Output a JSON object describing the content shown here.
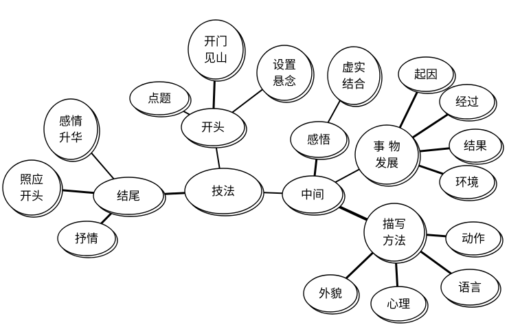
{
  "diagram": {
    "nodes": {
      "center": [
        "技法"
      ],
      "opening": [
        "开头"
      ],
      "direct_start": [
        "开门",
        "见山"
      ],
      "point_theme": [
        "点题"
      ],
      "suspense": [
        "设置",
        "悬念"
      ],
      "middle": [
        "中间"
      ],
      "reflection": [
        "感悟"
      ],
      "virtual_real": [
        "虚实",
        "结合"
      ],
      "event_dev": [
        "事 物",
        "发展"
      ],
      "cause": [
        "起因"
      ],
      "process": [
        "经过"
      ],
      "result": [
        "结果"
      ],
      "environment": [
        "环境"
      ],
      "desc_method": [
        "描写",
        "方法"
      ],
      "action": [
        "动作"
      ],
      "speech": [
        "语言"
      ],
      "psychology": [
        "心理"
      ],
      "appearance": [
        "外貌"
      ],
      "ending": [
        "结尾"
      ],
      "emotion_rise": [
        "感情",
        "升华"
      ],
      "echo_start": [
        "照应",
        "开头"
      ],
      "lyric": [
        "抒情"
      ]
    }
  }
}
